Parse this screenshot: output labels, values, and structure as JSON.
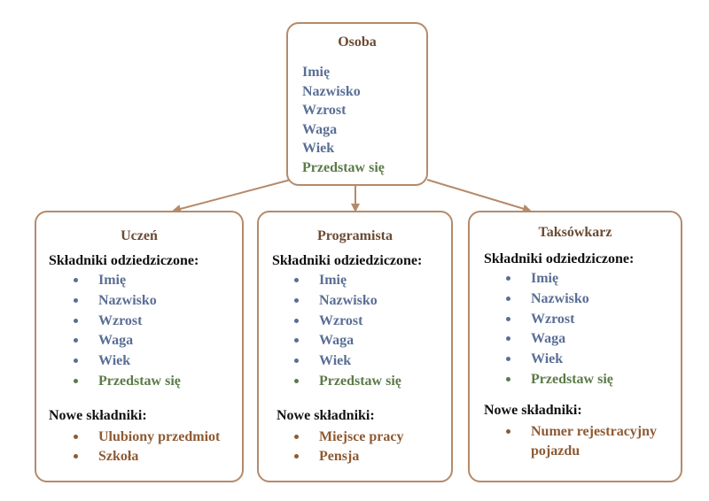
{
  "parent": {
    "title": "Osoba",
    "attributes": [
      "Imię",
      "Nazwisko",
      "Wzrost",
      "Waga",
      "Wiek"
    ],
    "method": "Przedstaw się"
  },
  "children": [
    {
      "title": "Uczeń",
      "inherited_label": "Składniki odziedziczone:",
      "inherited": [
        "Imię",
        "Nazwisko",
        "Wzrost",
        "Waga",
        "Wiek"
      ],
      "inherited_method": "Przedstaw się",
      "new_label": "Nowe składniki:",
      "new": [
        "Ulubiony przedmiot",
        "Szkoła"
      ]
    },
    {
      "title": "Programista",
      "inherited_label": "Składniki odziedziczone:",
      "inherited": [
        "Imię",
        "Nazwisko",
        "Wzrost",
        "Waga",
        "Wiek"
      ],
      "inherited_method": "Przedstaw się",
      "new_label": "Nowe składniki:",
      "new": [
        "Miejsce pracy",
        "Pensja"
      ]
    },
    {
      "title": "Taksówkarz",
      "inherited_label": "Składniki odziedziczone:",
      "inherited": [
        "Imię",
        "Nazwisko",
        "Wzrost",
        "Waga",
        "Wiek"
      ],
      "inherited_method": "Przedstaw się",
      "new_label": "Nowe składniki:",
      "new": [
        "Numer rejestracyjny pojazdu"
      ]
    }
  ],
  "colors": {
    "border": "#b58a6a",
    "title": "#6b4a33",
    "inherited": "#5a6e95",
    "method": "#5b7a48",
    "new": "#8e5a33"
  }
}
